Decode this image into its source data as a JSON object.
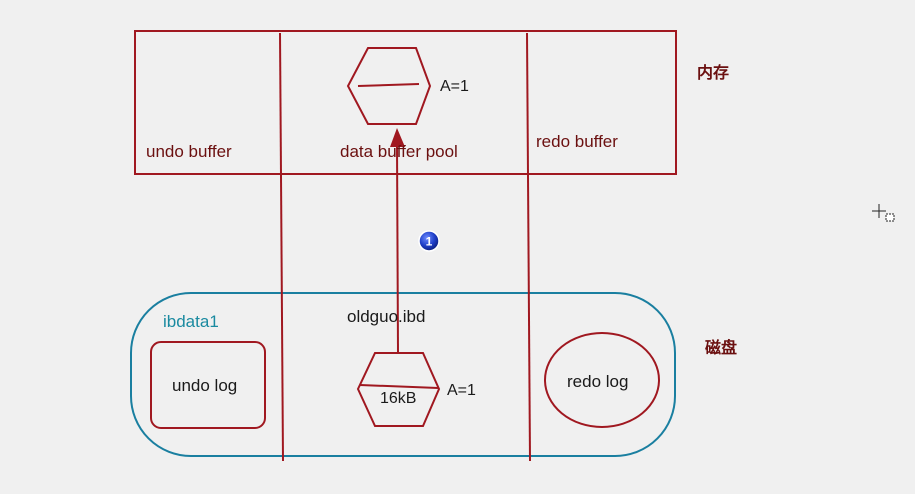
{
  "memory": {
    "label": "内存",
    "undo_buffer": "undo buffer",
    "data_buffer_pool": "data buffer pool",
    "redo_buffer": "redo buffer",
    "page_value": "A=1"
  },
  "disk": {
    "label": "磁盘",
    "ibdata_label": "ibdata1",
    "undo_log": "undo log",
    "ibd_file": "oldguo.ibd",
    "page_size": "16kB",
    "page_value": "A=1",
    "redo_log": "redo log"
  },
  "step_marker": "1",
  "colors": {
    "red": "#a01820",
    "teal": "#1a7fa0",
    "ibdata_text": "#1a8aa0",
    "dark_red_text": "#6b1010",
    "marker_blue": "#1f3fc8"
  }
}
